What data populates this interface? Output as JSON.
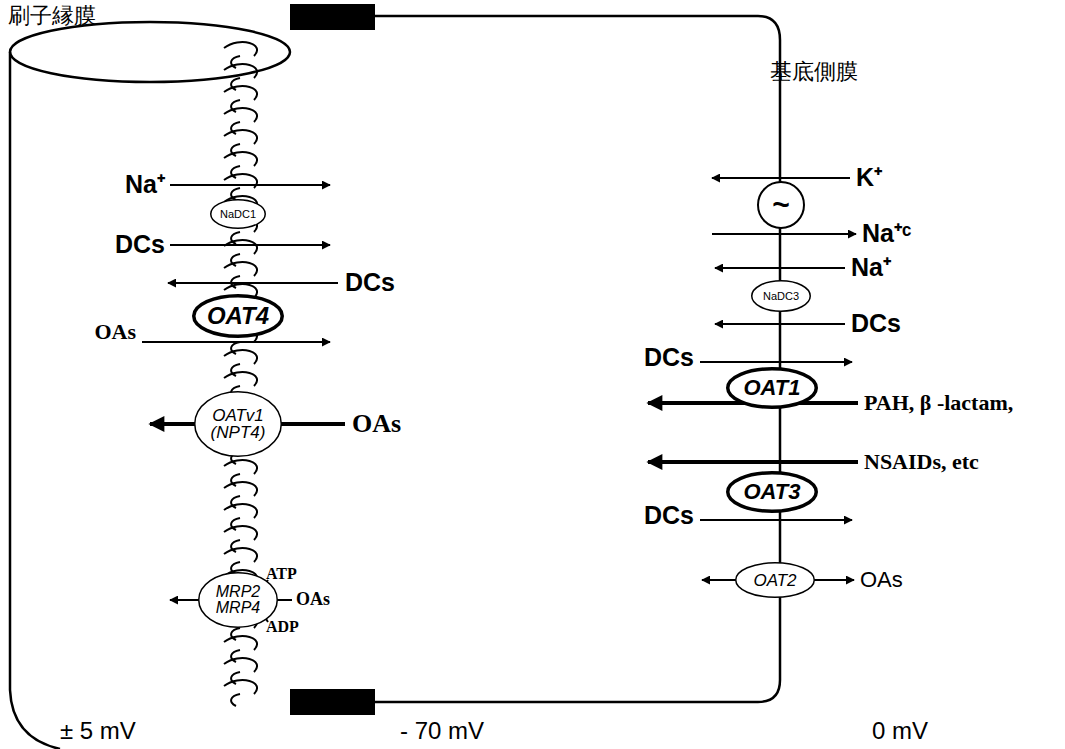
{
  "diagram": {
    "nodes": [
      {
        "text": [
          "NaDC1"
        ]
      },
      {
        "text": [
          "OAT4"
        ]
      },
      {
        "text": [
          "OATv1 (NPT4)"
        ]
      },
      {
        "text": [
          "MRP2 MRP4"
        ]
      },
      {
        "text": [
          "~"
        ]
      },
      {
        "text": [
          "NaDC3"
        ]
      },
      {
        "text": [
          "OAT1"
        ]
      },
      {
        "text": [
          "OAT3"
        ]
      },
      {
        "text": [
          "OAT2"
        ]
      }
    ],
    "labels": [
      "刷子縁膜",
      "基底側膜",
      "Na⁺",
      "DCs",
      "DCs",
      "OAs",
      "OAs",
      "ATP",
      "OAs",
      "ADP",
      "K⁺",
      "Na⁺ᶜ",
      "Na⁺",
      "DCs",
      "DCs",
      "PAH, β -lactam,",
      "NSAIDs, etc",
      "DCs",
      "OAs",
      "± 5 mV",
      "- 70 mV",
      "0 mV"
    ]
  }
}
